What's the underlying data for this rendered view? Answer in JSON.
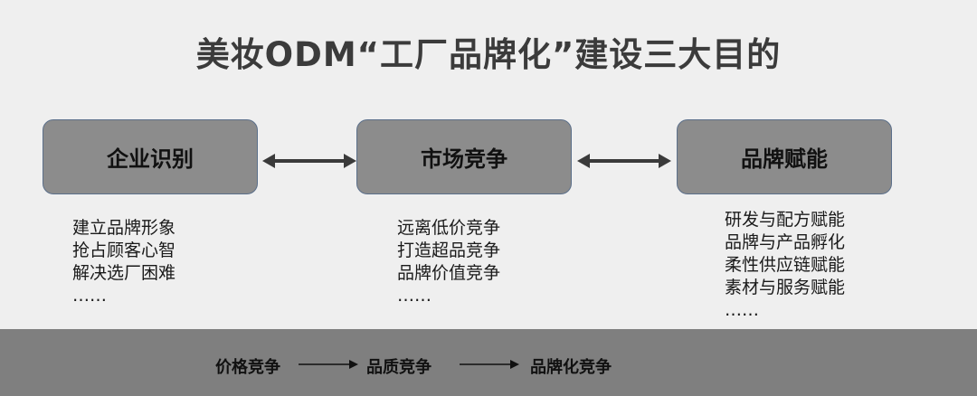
{
  "title": "美妆ODM“工厂品牌化”建设三大目的",
  "boxes": [
    {
      "label": "企业识别",
      "items": [
        "建立品牌形象",
        "抢占顾客心智",
        "解决选厂困难",
        "……"
      ]
    },
    {
      "label": "市场竞争",
      "items": [
        "远离低价竞争",
        "打造超品竞争",
        "品牌价值竞争",
        "……"
      ]
    },
    {
      "label": "品牌赋能",
      "items": [
        "研发与配方赋能",
        "品牌与产品孵化",
        "柔性供应链赋能",
        "素材与服务赋能",
        "……"
      ]
    }
  ],
  "flow": [
    "价格竞争",
    "品质竞争",
    "品牌化竞争"
  ],
  "colors": {
    "box_fill": "#8c8c8c",
    "box_border": "#5b6f8a",
    "band": "#7f7f7f",
    "background": "#efefef"
  }
}
